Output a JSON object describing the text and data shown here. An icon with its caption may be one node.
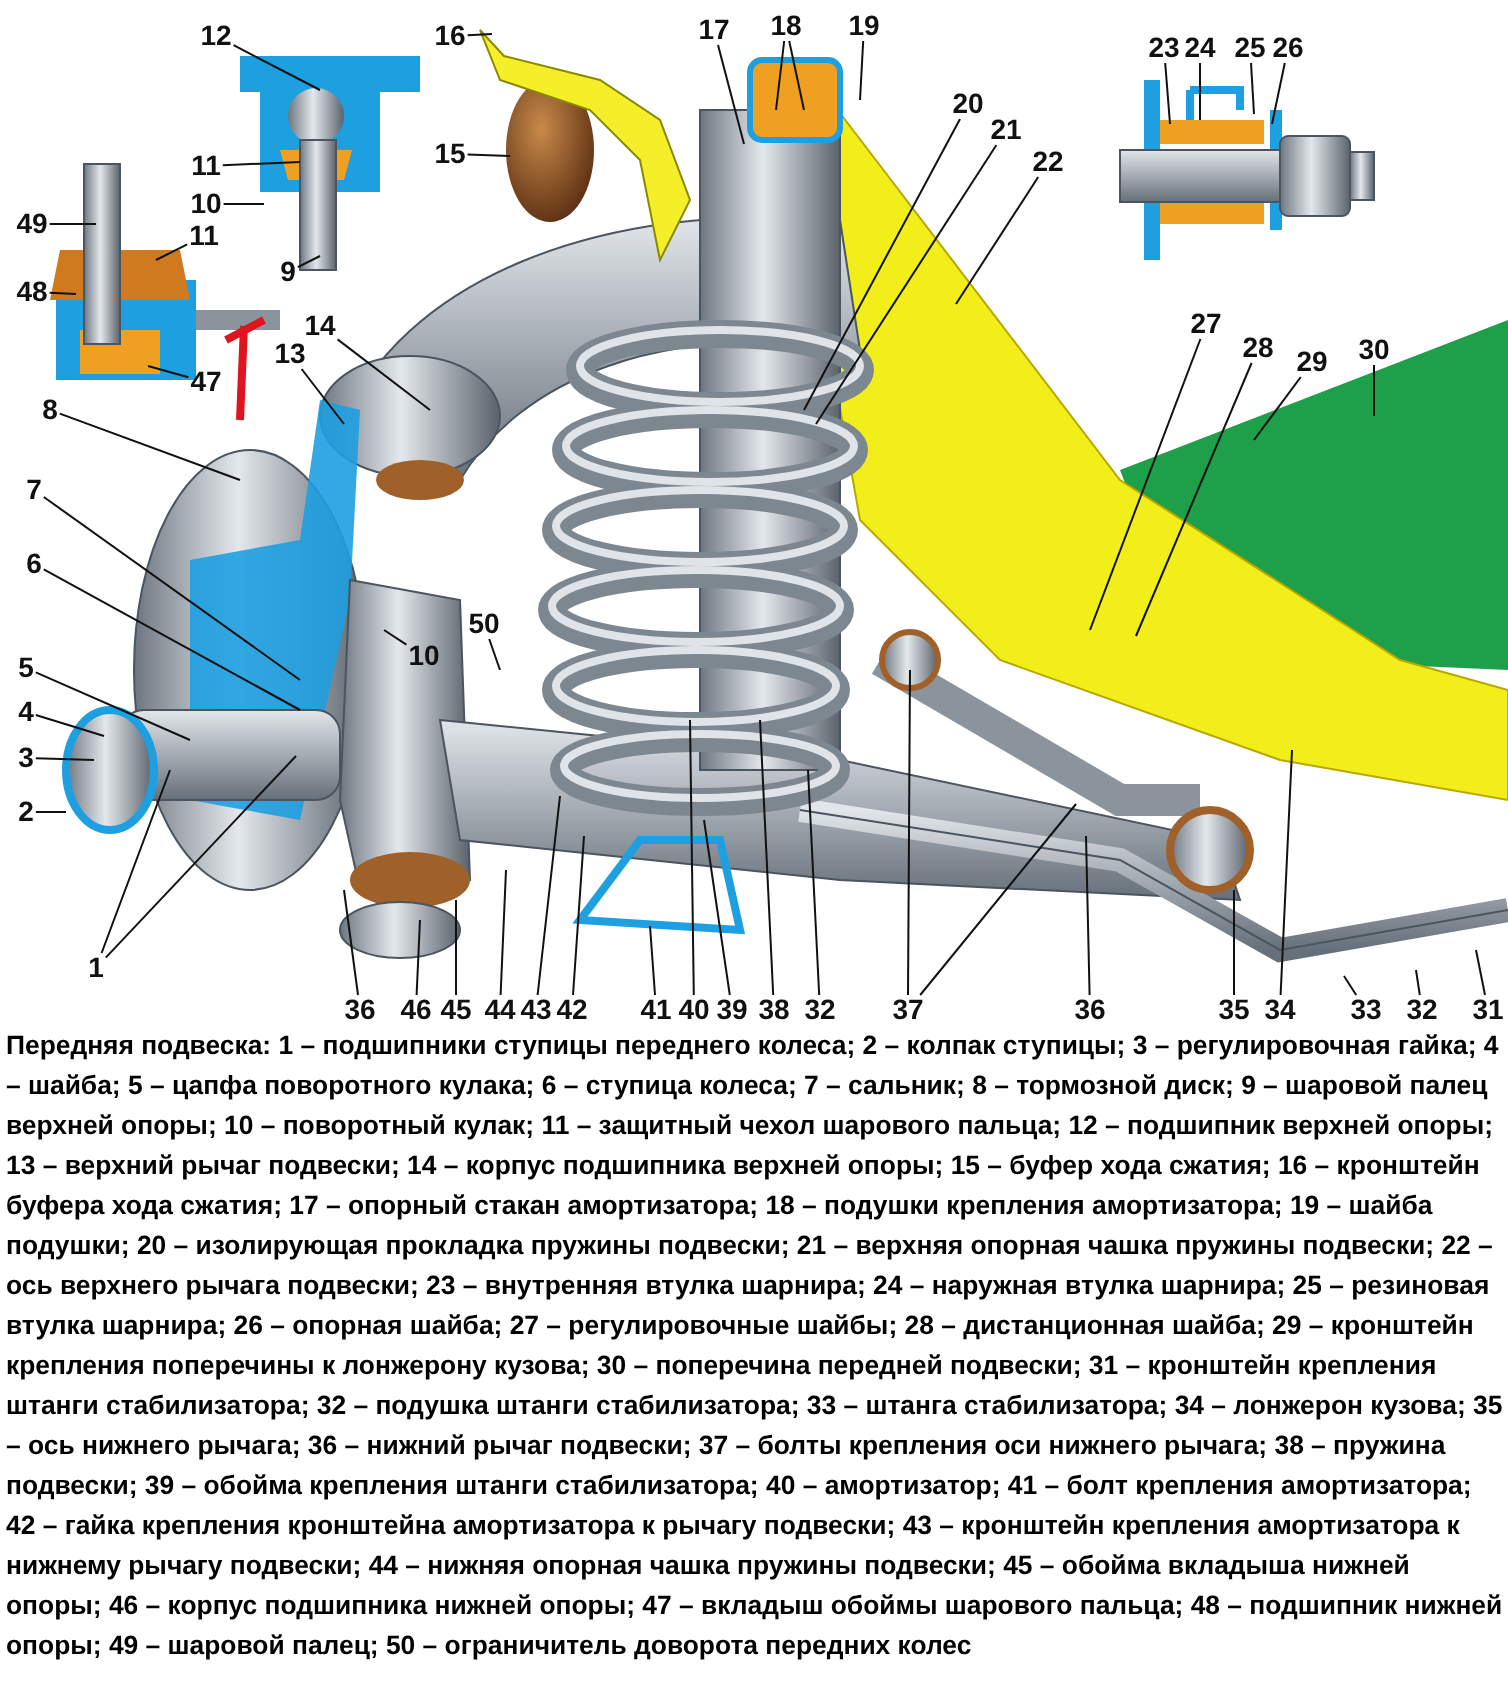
{
  "diagram": {
    "caption": "Передняя подвеска: 1 – подшипники ступицы переднего колеса; 2 – колпак ступицы; 3 – регулировочная гайка; 4 – шайба; 5 – цапфа поворотного кулака; 6 – ступица колеса; 7 – сальник; 8 – тормозной диск; 9 – шаровой палец верхней опоры; 10 – поворотный кулак; 11 – защитный чехол шарового пальца; 12 – подшипник верхней опоры; 13 – верхний рычаг подвески; 14 – корпус подшипника верхней опоры; 15 – буфер хода сжатия; 16 – кронштейн буфера хода сжатия; 17 – опорный стакан амортизатора; 18 – подушки крепления амортизатора; 19 – шайба подушки; 20 – изолирующая прокладка пружины подвески; 21 – верхняя опорная чашка пружины подвески; 22 – ось верхнего рычага подвески; 23 – внутренняя втулка шарнира; 24 – наружная втулка шарнира; 25 – резиновая втулка шарнира; 26 – опорная шайба; 27 – регулировочные шайбы; 28 – дистанционная шайба; 29 – кронштейн крепления поперечины к лонжерону кузова; 30 – поперечина передней подвески; 31 – кронштейн крепления штанги стабилизатора; 32 – подушка штанги стабилизатора; 33 – штанга стабилизатора; 34 – лонжерон кузова; 35 – ось нижнего рычага; 36 – нижний рычаг подвески; 37 – болты крепления оси нижнего рычага; 38 – пружина подвески; 39 – обойма крепления штанги стабилизатора; 40 – амортизатор; 41 – болт крепления амортизатора; 42 – гайка крепления кронштейна амортизатора к рычагу подвески; 43 – кронштейн крепления амортизатора к нижнему рычагу подвески; 44 – нижняя опорная чашка пружины подвески; 45 – обойма вкладыша нижней опоры; 46 – корпус подшипника нижней опоры; 47 – вкладыш обоймы шарового пальца; 48 – подшипник нижней опоры; 49 – шаровой палец; 50 – ограничитель доворота передних колес",
    "nodes": [
      {
        "text": [
          "12"
        ]
      },
      {
        "text": [
          "16"
        ]
      },
      {
        "text": [
          "17"
        ]
      },
      {
        "text": [
          "18"
        ]
      },
      {
        "text": [
          "19"
        ]
      },
      {
        "text": [
          "23"
        ]
      },
      {
        "text": [
          "24"
        ]
      },
      {
        "text": [
          "25"
        ]
      },
      {
        "text": [
          "26"
        ]
      },
      {
        "text": [
          "11"
        ]
      },
      {
        "text": [
          "10"
        ]
      },
      {
        "text": [
          "9"
        ]
      },
      {
        "text": [
          "49"
        ]
      },
      {
        "text": [
          "11"
        ]
      },
      {
        "text": [
          "48"
        ]
      },
      {
        "text": [
          "47"
        ]
      },
      {
        "text": [
          "15"
        ]
      },
      {
        "text": [
          "20"
        ]
      },
      {
        "text": [
          "21"
        ]
      },
      {
        "text": [
          "22"
        ]
      },
      {
        "text": [
          "14"
        ]
      },
      {
        "text": [
          "13"
        ]
      },
      {
        "text": [
          "8"
        ]
      },
      {
        "text": [
          "27"
        ]
      },
      {
        "text": [
          "28"
        ]
      },
      {
        "text": [
          "29"
        ]
      },
      {
        "text": [
          "30"
        ]
      },
      {
        "text": [
          "7"
        ]
      },
      {
        "text": [
          "6"
        ]
      },
      {
        "text": [
          "10"
        ]
      },
      {
        "text": [
          "50"
        ]
      },
      {
        "text": [
          "5"
        ]
      },
      {
        "text": [
          "4"
        ]
      },
      {
        "text": [
          "3"
        ]
      },
      {
        "text": [
          "2"
        ]
      },
      {
        "text": [
          "1"
        ]
      },
      {
        "text": [
          "36"
        ]
      },
      {
        "text": [
          "46"
        ]
      },
      {
        "text": [
          "45"
        ]
      },
      {
        "text": [
          "44"
        ]
      },
      {
        "text": [
          "43"
        ]
      },
      {
        "text": [
          "42"
        ]
      },
      {
        "text": [
          "41"
        ]
      },
      {
        "text": [
          "40"
        ]
      },
      {
        "text": [
          "39"
        ]
      },
      {
        "text": [
          "38"
        ]
      },
      {
        "text": [
          "32"
        ]
      },
      {
        "text": [
          "37"
        ]
      },
      {
        "text": [
          "36"
        ]
      },
      {
        "text": [
          "35"
        ]
      },
      {
        "text": [
          "34"
        ]
      },
      {
        "text": [
          "33"
        ]
      },
      {
        "text": [
          "32"
        ]
      },
      {
        "text": [
          "31"
        ]
      }
    ],
    "edges": [
      {
        "from": 0,
        "to": null,
        "arrow": "none"
      },
      {
        "from": 1,
        "to": null,
        "arrow": "none"
      },
      {
        "from": 2,
        "to": null,
        "arrow": "none"
      },
      {
        "from": 3,
        "to": null,
        "arrow": "none"
      },
      {
        "from": 3,
        "to": null,
        "arrow": "none"
      },
      {
        "from": 4,
        "to": null,
        "arrow": "none"
      },
      {
        "from": 5,
        "to": null,
        "arrow": "none"
      },
      {
        "from": 6,
        "to": null,
        "arrow": "none"
      },
      {
        "from": 7,
        "to": null,
        "arrow": "none"
      },
      {
        "from": 8,
        "to": null,
        "arrow": "none"
      },
      {
        "from": 9,
        "to": null,
        "arrow": "none"
      },
      {
        "from": 10,
        "to": null,
        "arrow": "none"
      },
      {
        "from": 11,
        "to": null,
        "arrow": "none"
      },
      {
        "from": 12,
        "to": null,
        "arrow": "none"
      },
      {
        "from": 13,
        "to": null,
        "arrow": "none"
      },
      {
        "from": 14,
        "to": null,
        "arrow": "none"
      },
      {
        "from": 15,
        "to": null,
        "arrow": "none"
      },
      {
        "from": 16,
        "to": null,
        "arrow": "none"
      },
      {
        "from": 17,
        "to": null,
        "arrow": "none"
      },
      {
        "from": 18,
        "to": null,
        "arrow": "none"
      },
      {
        "from": 19,
        "to": null,
        "arrow": "none"
      },
      {
        "from": 20,
        "to": null,
        "arrow": "none"
      },
      {
        "from": 21,
        "to": null,
        "arrow": "none"
      },
      {
        "from": 22,
        "to": null,
        "arrow": "none"
      },
      {
        "from": 23,
        "to": null,
        "arrow": "none"
      },
      {
        "from": 24,
        "to": null,
        "arrow": "none"
      },
      {
        "from": 25,
        "to": null,
        "arrow": "none"
      },
      {
        "from": 26,
        "to": null,
        "arrow": "none"
      },
      {
        "from": 27,
        "to": null,
        "arrow": "none"
      },
      {
        "from": 28,
        "to": null,
        "arrow": "none"
      },
      {
        "from": 29,
        "to": null,
        "arrow": "none"
      },
      {
        "from": 30,
        "to": null,
        "arrow": "none"
      },
      {
        "from": 31,
        "to": null,
        "arrow": "none"
      },
      {
        "from": 32,
        "to": null,
        "arrow": "none"
      },
      {
        "from": 33,
        "to": null,
        "arrow": "none"
      },
      {
        "from": 34,
        "to": null,
        "arrow": "none"
      },
      {
        "from": 35,
        "to": null,
        "arrow": "none"
      },
      {
        "from": 35,
        "to": null,
        "arrow": "none"
      },
      {
        "from": 36,
        "to": null,
        "arrow": "none"
      },
      {
        "from": 37,
        "to": null,
        "arrow": "none"
      },
      {
        "from": 38,
        "to": null,
        "arrow": "none"
      },
      {
        "from": 39,
        "to": null,
        "arrow": "none"
      },
      {
        "from": 40,
        "to": null,
        "arrow": "none"
      },
      {
        "from": 41,
        "to": null,
        "arrow": "none"
      },
      {
        "from": 42,
        "to": null,
        "arrow": "none"
      },
      {
        "from": 43,
        "to": null,
        "arrow": "none"
      },
      {
        "from": 44,
        "to": null,
        "arrow": "none"
      },
      {
        "from": 45,
        "to": null,
        "arrow": "none"
      },
      {
        "from": 46,
        "to": null,
        "arrow": "none"
      },
      {
        "from": 47,
        "to": null,
        "arrow": "none"
      },
      {
        "from": 47,
        "to": null,
        "arrow": "none"
      },
      {
        "from": 48,
        "to": null,
        "arrow": "none"
      },
      {
        "from": 49,
        "to": null,
        "arrow": "none"
      },
      {
        "from": 50,
        "to": null,
        "arrow": "none"
      },
      {
        "from": 51,
        "to": null,
        "arrow": "none"
      },
      {
        "from": 52,
        "to": null,
        "arrow": "none"
      },
      {
        "from": 53,
        "to": null,
        "arrow": "none"
      }
    ]
  }
}
